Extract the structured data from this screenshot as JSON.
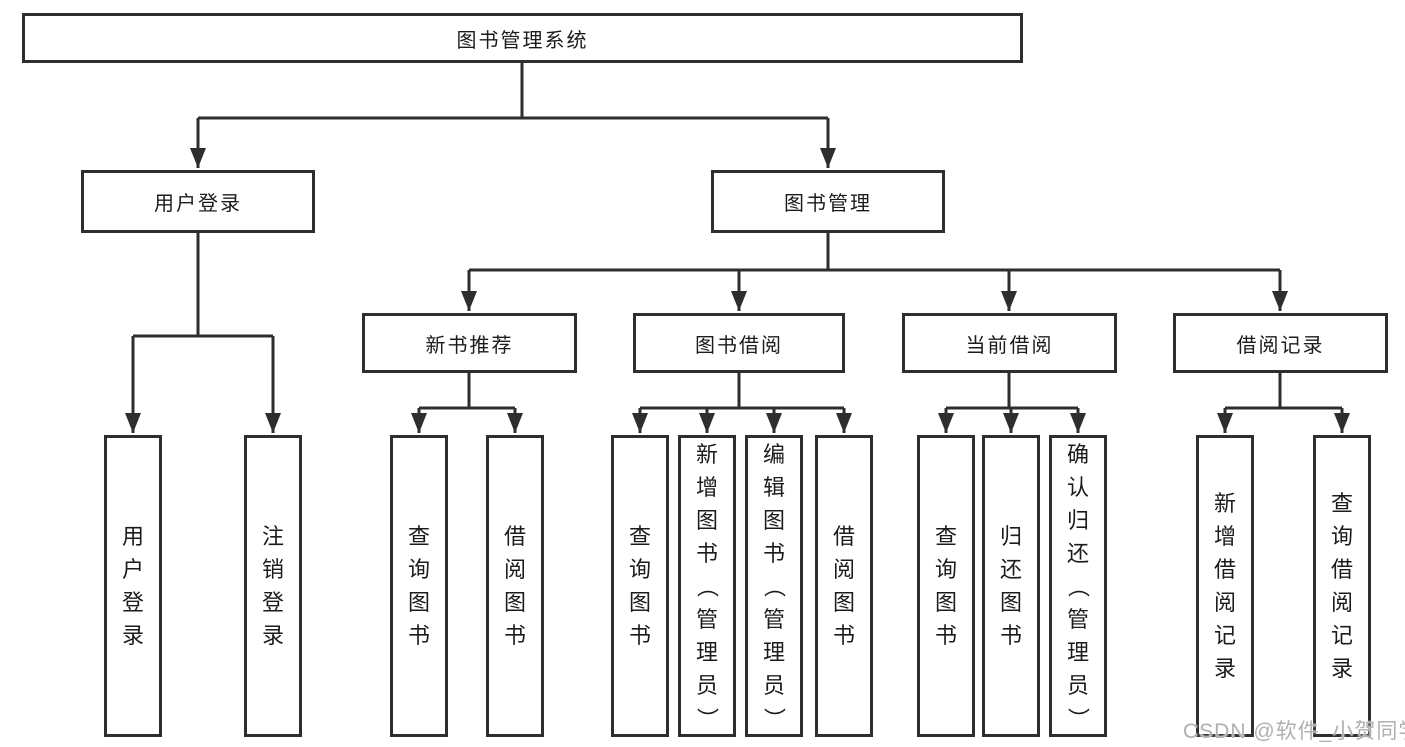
{
  "colors": {
    "line": "#2e2e2e",
    "text": "#1c1c1c",
    "background": "#ffffff",
    "watermark": "#b0b0b0"
  },
  "watermark": {
    "text": "CSDN @软件_小贺同学"
  },
  "tree": {
    "root": {
      "label": "图书管理系统",
      "children": [
        {
          "label": "用户登录",
          "children": [
            {
              "label": "用户登录"
            },
            {
              "label": "注销登录"
            }
          ]
        },
        {
          "label": "图书管理",
          "children": [
            {
              "label": "新书推荐",
              "children": [
                {
                  "label": "查询图书"
                },
                {
                  "label": "借阅图书"
                }
              ]
            },
            {
              "label": "图书借阅",
              "children": [
                {
                  "label": "查询图书"
                },
                {
                  "label": "新增图书（管理员）"
                },
                {
                  "label": "编辑图书（管理员）"
                },
                {
                  "label": "借阅图书"
                }
              ]
            },
            {
              "label": "当前借阅",
              "children": [
                {
                  "label": "查询图书"
                },
                {
                  "label": "归还图书"
                },
                {
                  "label": "确认归还（管理员）"
                }
              ]
            },
            {
              "label": "借阅记录",
              "children": [
                {
                  "label": "新增借阅记录"
                },
                {
                  "label": "查询借阅记录"
                }
              ]
            }
          ]
        }
      ]
    }
  }
}
